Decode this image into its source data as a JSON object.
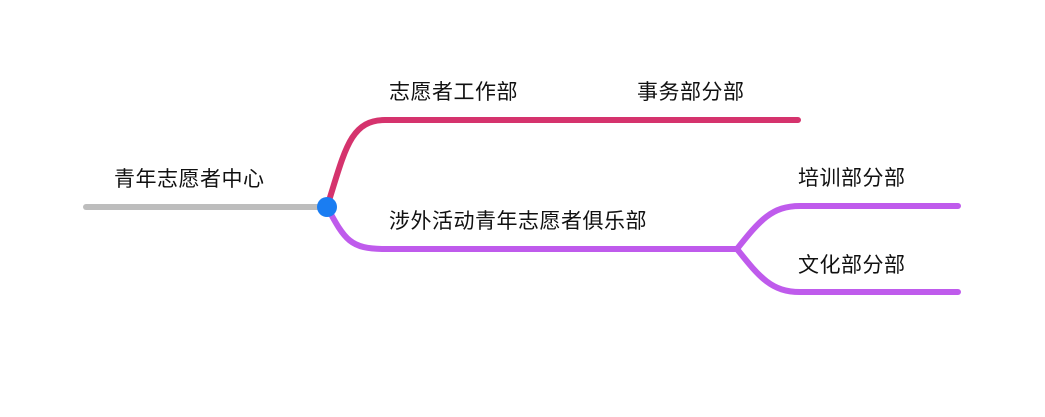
{
  "mindmap": {
    "root": {
      "label": "青年志愿者中心"
    },
    "branches": [
      {
        "label": "志愿者工作部",
        "color": "#d5336d",
        "children": [
          {
            "label": "事务部分部"
          }
        ]
      },
      {
        "label": "涉外活动青年志愿者俱乐部",
        "color": "#bf5bec",
        "children": [
          {
            "label": "培训部分部"
          },
          {
            "label": "文化部分部"
          }
        ]
      }
    ],
    "colors": {
      "root_line": "#bdbdbd",
      "root_dot": "#1a7df2",
      "text": "#111111"
    }
  }
}
